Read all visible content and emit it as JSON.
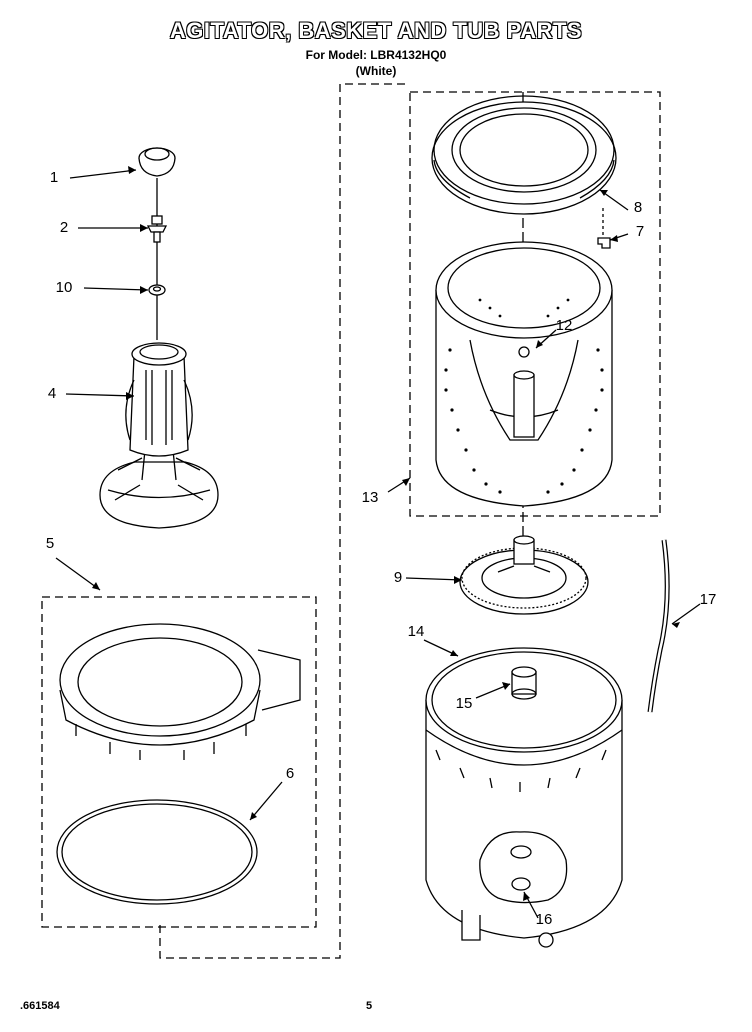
{
  "header": {
    "title": "AGITATOR, BASKET AND TUB PARTS",
    "model": "For Model: LBR4132HQ0",
    "color": "(White)"
  },
  "callouts": {
    "c1": "1",
    "c2": "2",
    "c10": "10",
    "c4": "4",
    "c5": "5",
    "c6": "6",
    "c8": "8",
    "c7": "7",
    "c12": "12",
    "c13": "13",
    "c9": "9",
    "c14": "14",
    "c15": "15",
    "c16": "16",
    "c17": "17"
  },
  "footer": {
    "doc_id": ".661584",
    "page_number": "5"
  }
}
